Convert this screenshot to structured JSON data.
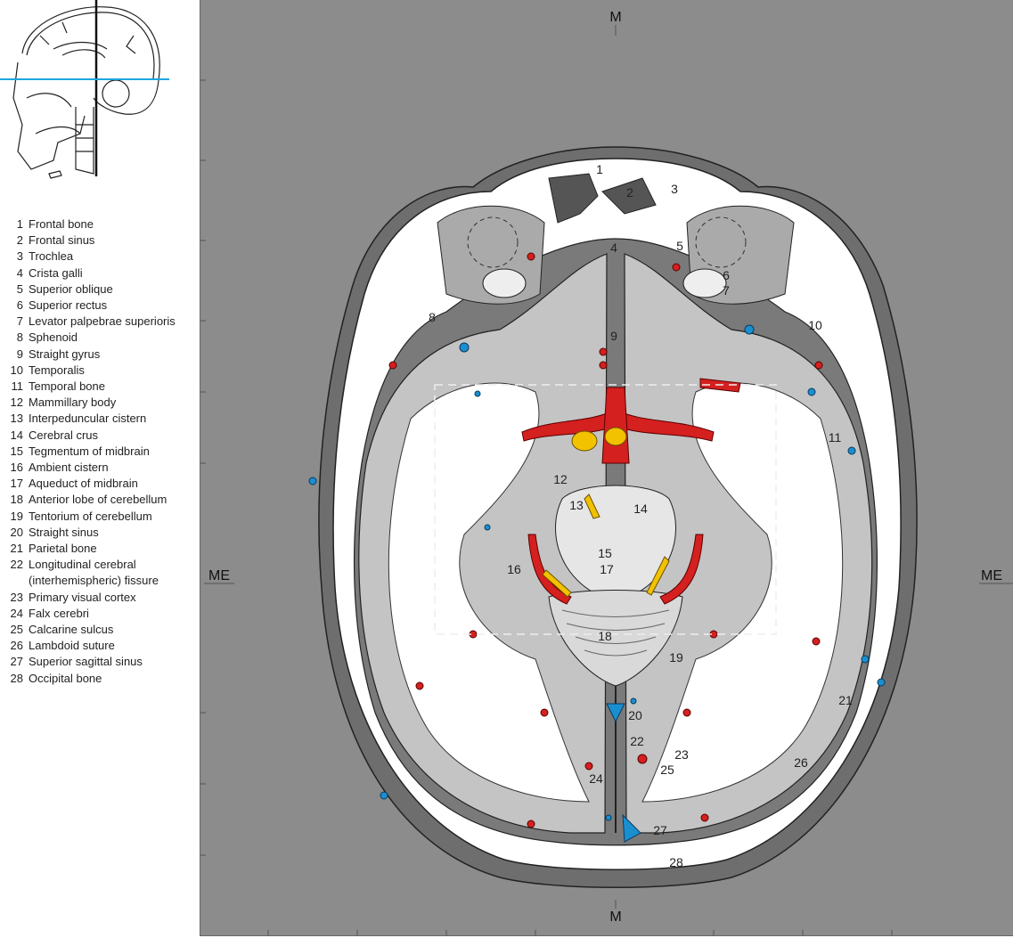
{
  "orientation": {
    "top": "M",
    "bottom": "M",
    "left": "ME",
    "right": "ME"
  },
  "colors": {
    "background": "#8c8c8c",
    "arteries": "#d4201f",
    "veins": "#1a8fd0",
    "cisterns": "#f2c200",
    "gray_matter": "#c4c4c4",
    "white_matter": "#ffffff",
    "plane_line": "#1ea6e0"
  },
  "legend": [
    {
      "num": "1",
      "label": "Frontal bone"
    },
    {
      "num": "2",
      "label": "Frontal sinus"
    },
    {
      "num": "3",
      "label": "Trochlea"
    },
    {
      "num": "4",
      "label": "Crista galli"
    },
    {
      "num": "5",
      "label": "Superior oblique"
    },
    {
      "num": "6",
      "label": "Superior rectus"
    },
    {
      "num": "7",
      "label": "Levator palpebrae superioris"
    },
    {
      "num": "8",
      "label": "Sphenoid"
    },
    {
      "num": "9",
      "label": "Straight gyrus"
    },
    {
      "num": "10",
      "label": "Temporalis"
    },
    {
      "num": "11",
      "label": "Temporal bone"
    },
    {
      "num": "12",
      "label": "Mammillary body"
    },
    {
      "num": "13",
      "label": "Interpeduncular cistern"
    },
    {
      "num": "14",
      "label": "Cerebral crus"
    },
    {
      "num": "15",
      "label": "Tegmentum of midbrain"
    },
    {
      "num": "16",
      "label": "Ambient cistern"
    },
    {
      "num": "17",
      "label": "Aqueduct of midbrain"
    },
    {
      "num": "18",
      "label": "Anterior lobe of cerebellum"
    },
    {
      "num": "19",
      "label": "Tentorium of cerebellum"
    },
    {
      "num": "20",
      "label": "Straight sinus"
    },
    {
      "num": "21",
      "label": "Parietal bone"
    },
    {
      "num": "22",
      "label": "Longitudinal cerebral (interhemispheric) fissure"
    },
    {
      "num": "23",
      "label": "Primary visual cortex"
    },
    {
      "num": "24",
      "label": "Falx cerebri"
    },
    {
      "num": "25",
      "label": "Calcarine sulcus"
    },
    {
      "num": "26",
      "label": "Lambdoid suture"
    },
    {
      "num": "27",
      "label": "Superior sagittal sinus"
    },
    {
      "num": "28",
      "label": "Occipital bone"
    }
  ]
}
